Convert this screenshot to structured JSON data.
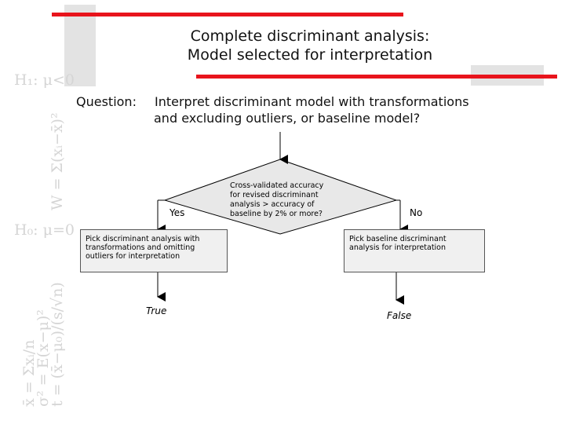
{
  "title": {
    "line1": "Complete discriminant analysis:",
    "line2": "Model selected for interpretation"
  },
  "question": {
    "label": "Question:",
    "line1": "Interpret discriminant model with transformations",
    "line2": "and excluding outliers, or baseline model?"
  },
  "decision": {
    "line1": "Cross-validated accuracy",
    "line2": "for revised discriminant",
    "line3": "analysis > accuracy of",
    "line4": "baseline by 2% or more?"
  },
  "branches": {
    "yes_label": "Yes",
    "no_label": "No"
  },
  "left_box": {
    "line1": "Pick discriminant analysis with",
    "line2": "transformations and omitting",
    "line3": "outliers for interpretation"
  },
  "right_box": {
    "line1": "Pick baseline discriminant",
    "line2": "analysis for interpretation"
  },
  "outcomes": {
    "left": "True",
    "right": "False"
  },
  "decor": {
    "math_top": "H₁: μ<0",
    "math_mid": "H₀: μ=0",
    "math_col1": "x̄ = Σxᵢ/n",
    "math_col2": "σ² = E(x−μ)²",
    "math_col3": "W = Σ(xᵢ−x̄)²",
    "math_col4": "t = (x̄−μ₀)/(s/√n)"
  },
  "colors": {
    "accent_red": "#e8141c",
    "decor_grey": "#e3e3e3",
    "box_fill": "#f0f0f0",
    "diamond_fill": "#e8e8e8"
  }
}
